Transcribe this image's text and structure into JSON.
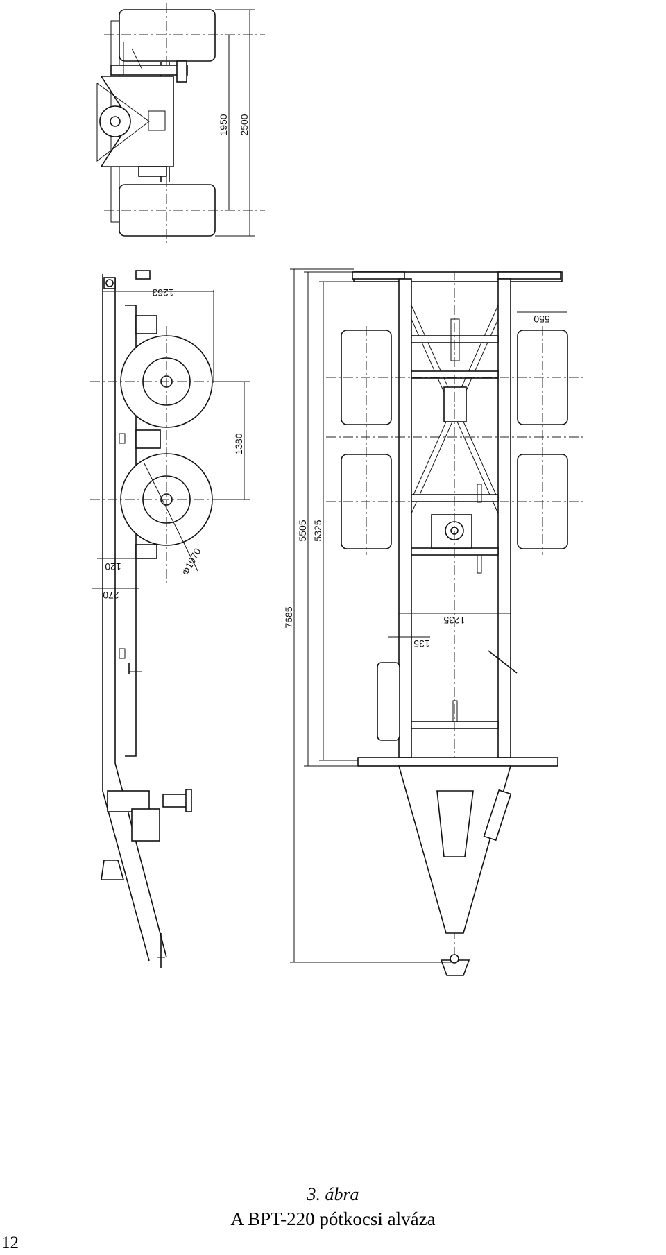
{
  "figure": {
    "number": "3. ábra",
    "caption": "A BPT-220 pótkocsi alváza"
  },
  "page_number": "12",
  "dimensions": {
    "top_inner": "1950",
    "top_outer": "2500",
    "side_1263": "1263",
    "side_wheelbase": "1380",
    "side_tire": "Φ1070",
    "side_120": "120",
    "side_270": "270",
    "plan_550": "550",
    "plan_5505": "5505",
    "plan_5325": "5325",
    "plan_7685": "7685",
    "plan_1235": "1235",
    "plan_135": "135"
  }
}
